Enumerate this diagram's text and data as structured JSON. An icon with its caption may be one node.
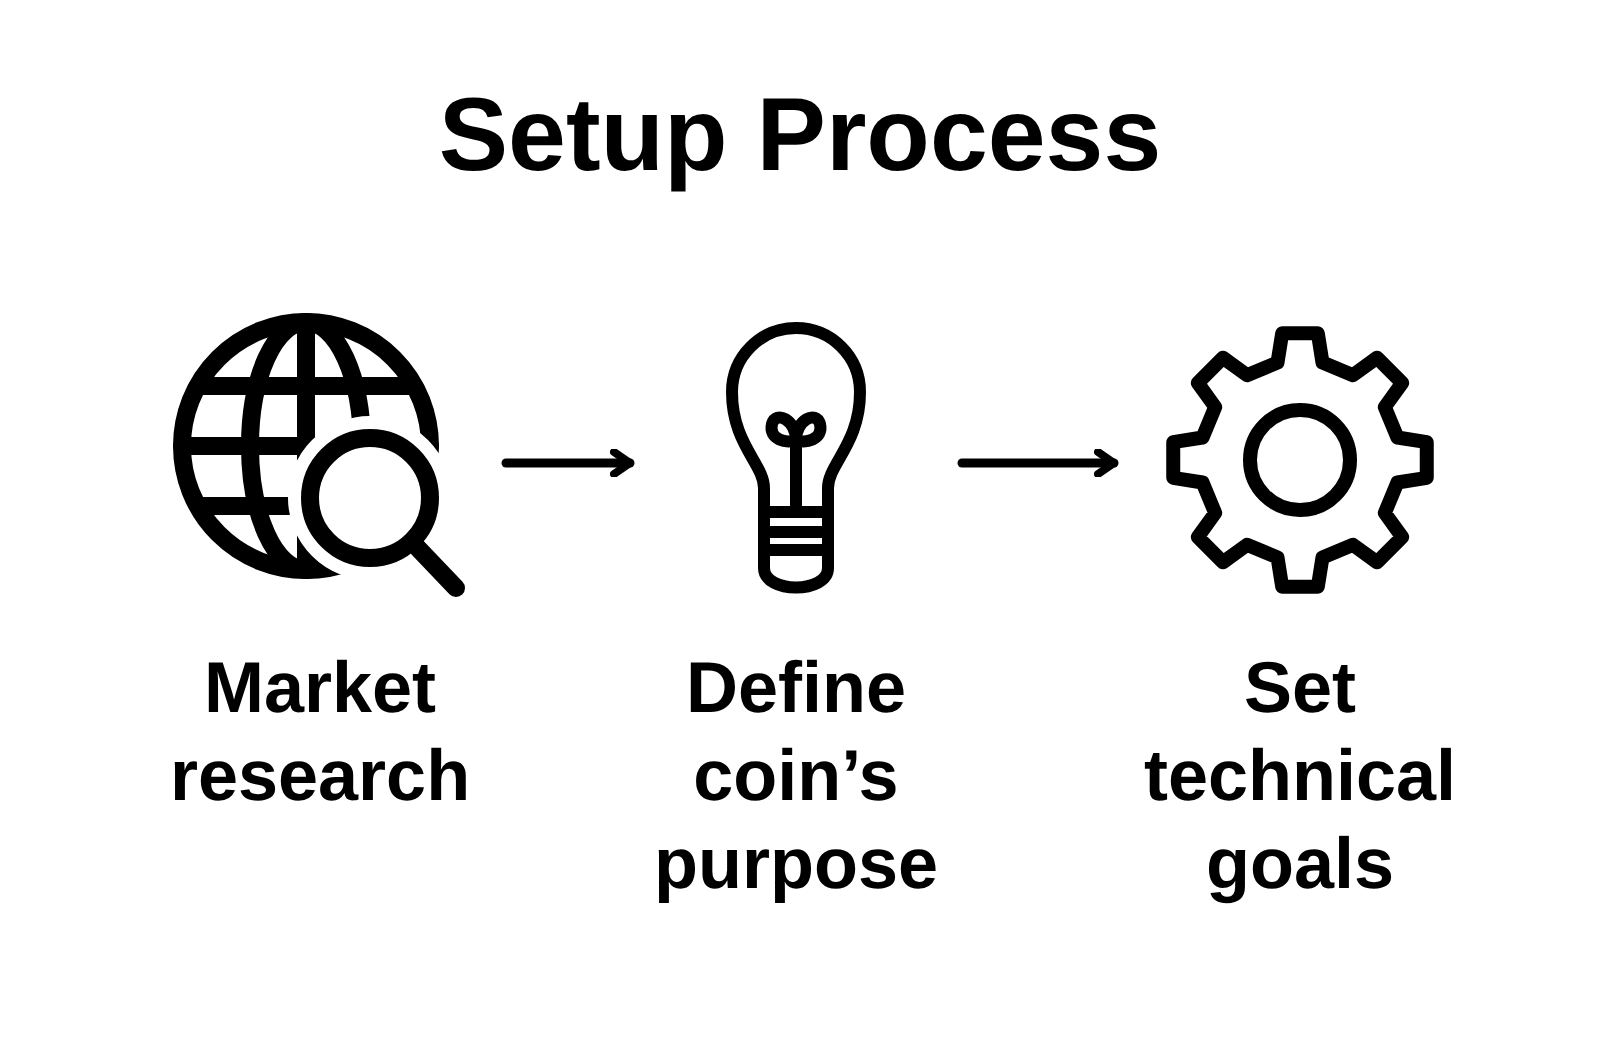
{
  "diagram": {
    "title": "Setup Process",
    "nodes": [
      {
        "text": [
          "Market research"
        ]
      },
      {
        "text": [
          "Define coin’s purpose"
        ]
      },
      {
        "text": [
          "Set technical goals"
        ]
      }
    ],
    "edges": [
      {
        "from": 0,
        "to": 1,
        "arrow": "to"
      },
      {
        "from": 1,
        "to": 2,
        "arrow": "to"
      }
    ]
  }
}
